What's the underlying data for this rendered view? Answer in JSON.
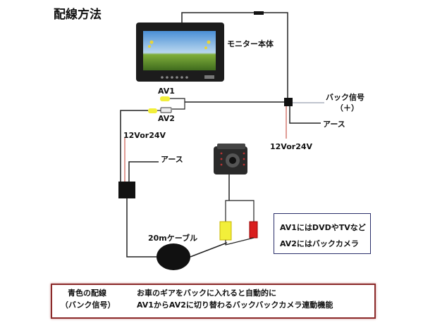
{
  "title": "配線方法",
  "labels": {
    "monitor": "モニター本体",
    "av1": "AV1",
    "av2": "AV2",
    "back_signal": "バック信号",
    "back_signal_plus": "（＋）",
    "ground_right": "アース",
    "power_right": "12Vor24V",
    "power_left": "12Vor24V",
    "ground_left": "アース",
    "cable": "20mケーブル"
  },
  "info_box": {
    "line1": "AV1にはDVDやTVなど",
    "line2": "AV2にはバックカメラ"
  },
  "note": {
    "term_line1": "青色の配線",
    "term_line2": "（バンク信号）",
    "desc_line1": "お車のギアをバックに入れると自動的に",
    "desc_line2": "AV1からAV2に切り替わるバックバックカメラ連動機能"
  },
  "colors": {
    "wire": "#222222",
    "power": "#c0392b",
    "signal": "#9aa0b0",
    "rca_yellow": "#f2ef3a",
    "rca_red": "#d91e1e",
    "note_border": "#8b2a2a"
  }
}
